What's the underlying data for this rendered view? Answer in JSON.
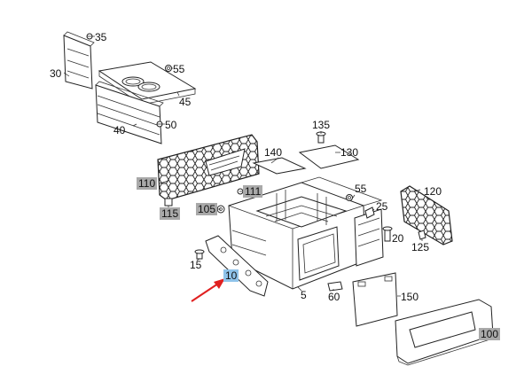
{
  "labels": {
    "l35": "35",
    "l30": "30",
    "l55a": "55",
    "l45": "45",
    "l50": "50",
    "l40": "40",
    "l135": "135",
    "l140": "140",
    "l130": "130",
    "l110": "110",
    "l111": "111",
    "l55b": "55",
    "l120": "120",
    "l115": "115",
    "l105": "105",
    "l25": "25",
    "l20": "20",
    "l125": "125",
    "l15": "15",
    "l10": "10",
    "l5": "5",
    "l60": "60",
    "l150": "150",
    "l100": "100"
  },
  "colors": {
    "highlight_gray": "#a9a9a9",
    "highlight_blue": "#8fc3ea",
    "arrow": "#e02020",
    "line": "#222222"
  }
}
